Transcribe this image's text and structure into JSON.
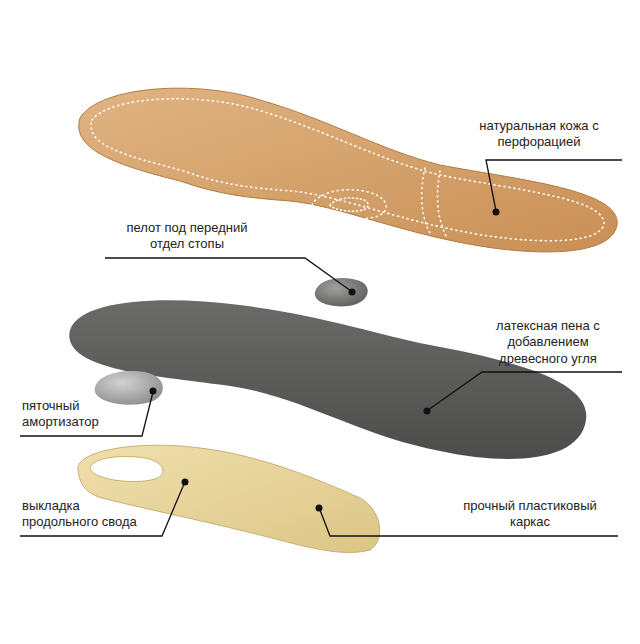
{
  "diagram": {
    "labels": [
      "натуральная кожа с перфорацией",
      "пелот под передний отдел стопы",
      "латексная пена с добавлением древесного угля",
      "пяточный амортизатор",
      "выкладка продольного свода",
      "прочный пластиковый каркас"
    ]
  }
}
